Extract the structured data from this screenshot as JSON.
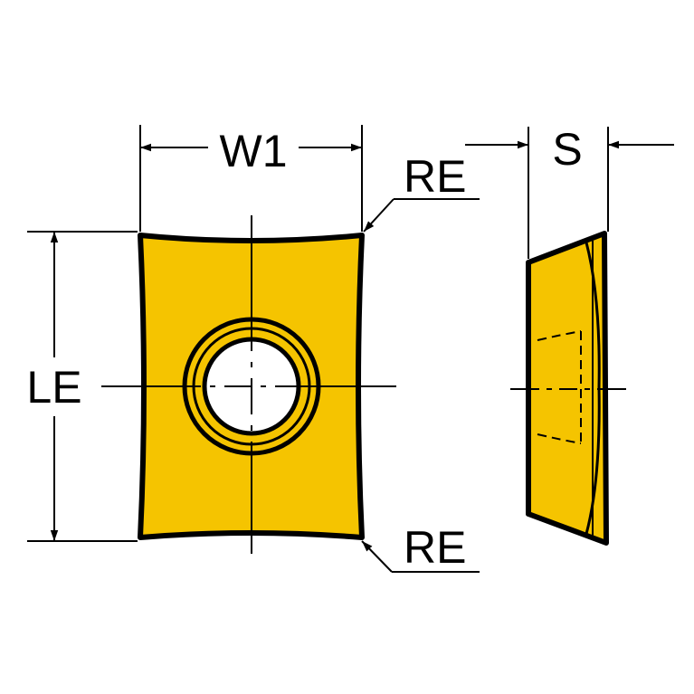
{
  "labels": {
    "width": "W1",
    "length": "LE",
    "thickness": "S",
    "corner_radius_top": "RE",
    "corner_radius_bottom": "RE"
  },
  "colors": {
    "insert_fill": "#F5C400",
    "line": "#000000",
    "background": "#FFFFFF"
  }
}
